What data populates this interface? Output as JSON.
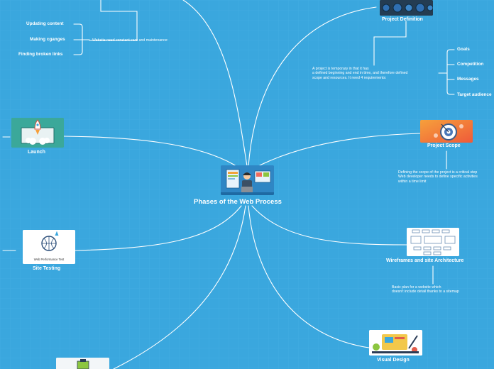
{
  "colors": {
    "background": "#3aa7de",
    "grid": "#47b0e3",
    "line": "#ffffff",
    "text": "#ffffff"
  },
  "center": {
    "title": "Phases of the Web Process",
    "image": "web-designer-illustration"
  },
  "branches": {
    "project_definition": {
      "label": "Project Definition",
      "image": "globes-illustration",
      "note": [
        "A project is temporary in that it has",
        "a defined beginning and end in time, and therefore defined",
        "scope and resources. It need 4 requirements:"
      ],
      "items": [
        "Goals",
        "Competition",
        "Messages",
        "Target audience"
      ]
    },
    "project_scope": {
      "label": "Project Scope",
      "image": "target-illustration",
      "note": [
        "Defining the scope of the project is a critical step",
        "Web developer needs to define specific activities",
        "within a time limit"
      ]
    },
    "wireframes": {
      "label": "Wireframes and site Architecture",
      "image": "sitemap-illustration",
      "note": [
        "Basic plan for a website which",
        "doesn't include detail thanks to a sitemap"
      ]
    },
    "visual_design": {
      "label": "Visual Design",
      "image": "design-tools-illustration"
    },
    "site_testing": {
      "label": "Site Testing",
      "image": "web-performance-illustration",
      "image_caption": "Web Performance Test"
    },
    "launch": {
      "label": "Launch",
      "image": "rocket-illustration"
    },
    "maintenance": {
      "note": "Website need constant care and maintenance:",
      "items": [
        "Updating content",
        "Making cganges",
        "Finding broken links"
      ]
    },
    "development": {
      "image": "development-illustration"
    }
  }
}
